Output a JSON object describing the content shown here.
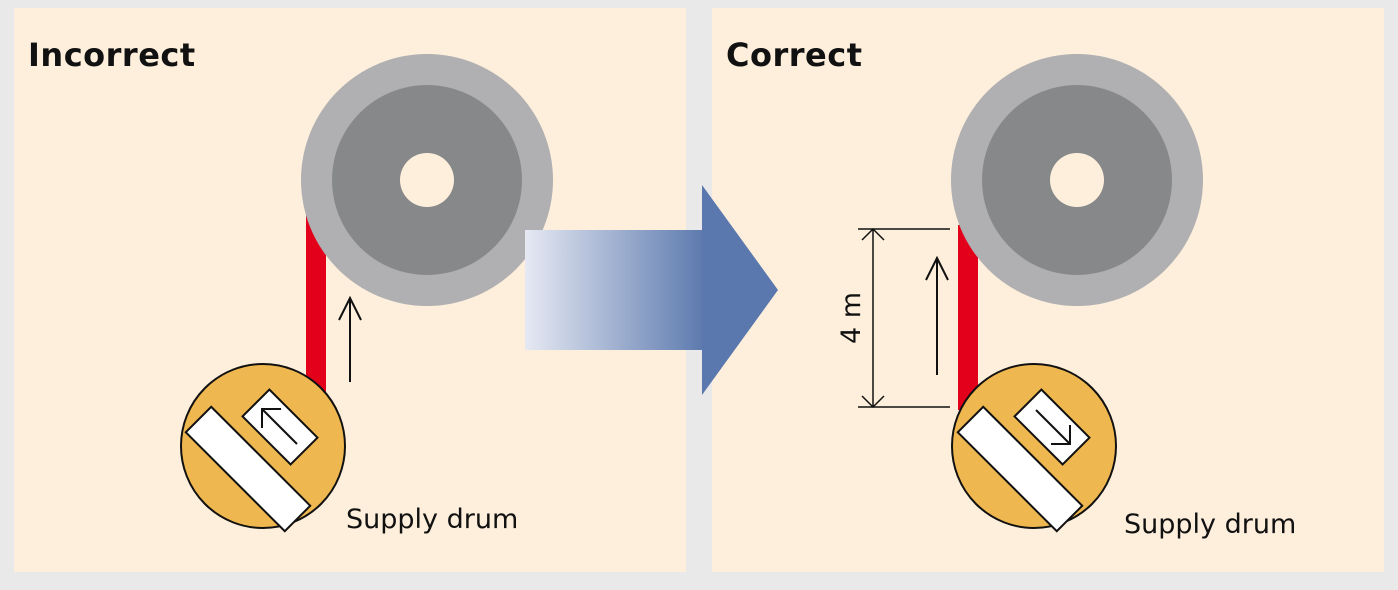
{
  "panels": {
    "incorrect": {
      "title": "Incorrect",
      "drum_label": "Supply drum"
    },
    "correct": {
      "title": "Correct",
      "drum_label": "Supply drum",
      "distance_label": "4 m"
    }
  },
  "colors": {
    "background": "#e9e9e9",
    "panel": "#fdefdc",
    "reel_outer": "#b0b0b2",
    "reel_inner": "#87888a",
    "cable": "#e2001a",
    "drum": "#efb74f",
    "arrow_dark": "#5a78ad",
    "arrow_light": "#e6e9f3"
  }
}
